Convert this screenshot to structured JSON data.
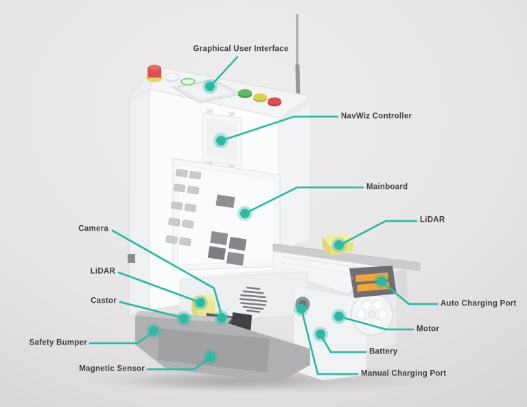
{
  "figure": {
    "type": "labeled-component-diagram"
  },
  "colors": {
    "accent_teal": "#2eb8a6",
    "label_text": "#3c3c3e",
    "lidar_yellow": "#efe99b",
    "charging_orange": "#f2a53a",
    "estop_red": "#e25555",
    "bumper_gray": "#b1b0b2",
    "background": "#e9e8e8"
  },
  "callouts": {
    "gui": {
      "label": "Graphical User Interface"
    },
    "navwiz": {
      "label": "NavWiz Controller"
    },
    "mainboard": {
      "label": "Mainboard"
    },
    "lidar_right": {
      "label": "LiDAR"
    },
    "auto_charging": {
      "label": "Auto Charging Port"
    },
    "motor": {
      "label": "Motor"
    },
    "battery": {
      "label": "Battery"
    },
    "manual_charging": {
      "label": "Manual Charging Port"
    },
    "camera": {
      "label": "Camera"
    },
    "lidar_left": {
      "label": "LiDAR"
    },
    "castor": {
      "label": "Castor"
    },
    "safety_bumper": {
      "label": "Safety Bumper"
    },
    "magnetic_sensor": {
      "label": "Magnetic Sensor"
    }
  }
}
